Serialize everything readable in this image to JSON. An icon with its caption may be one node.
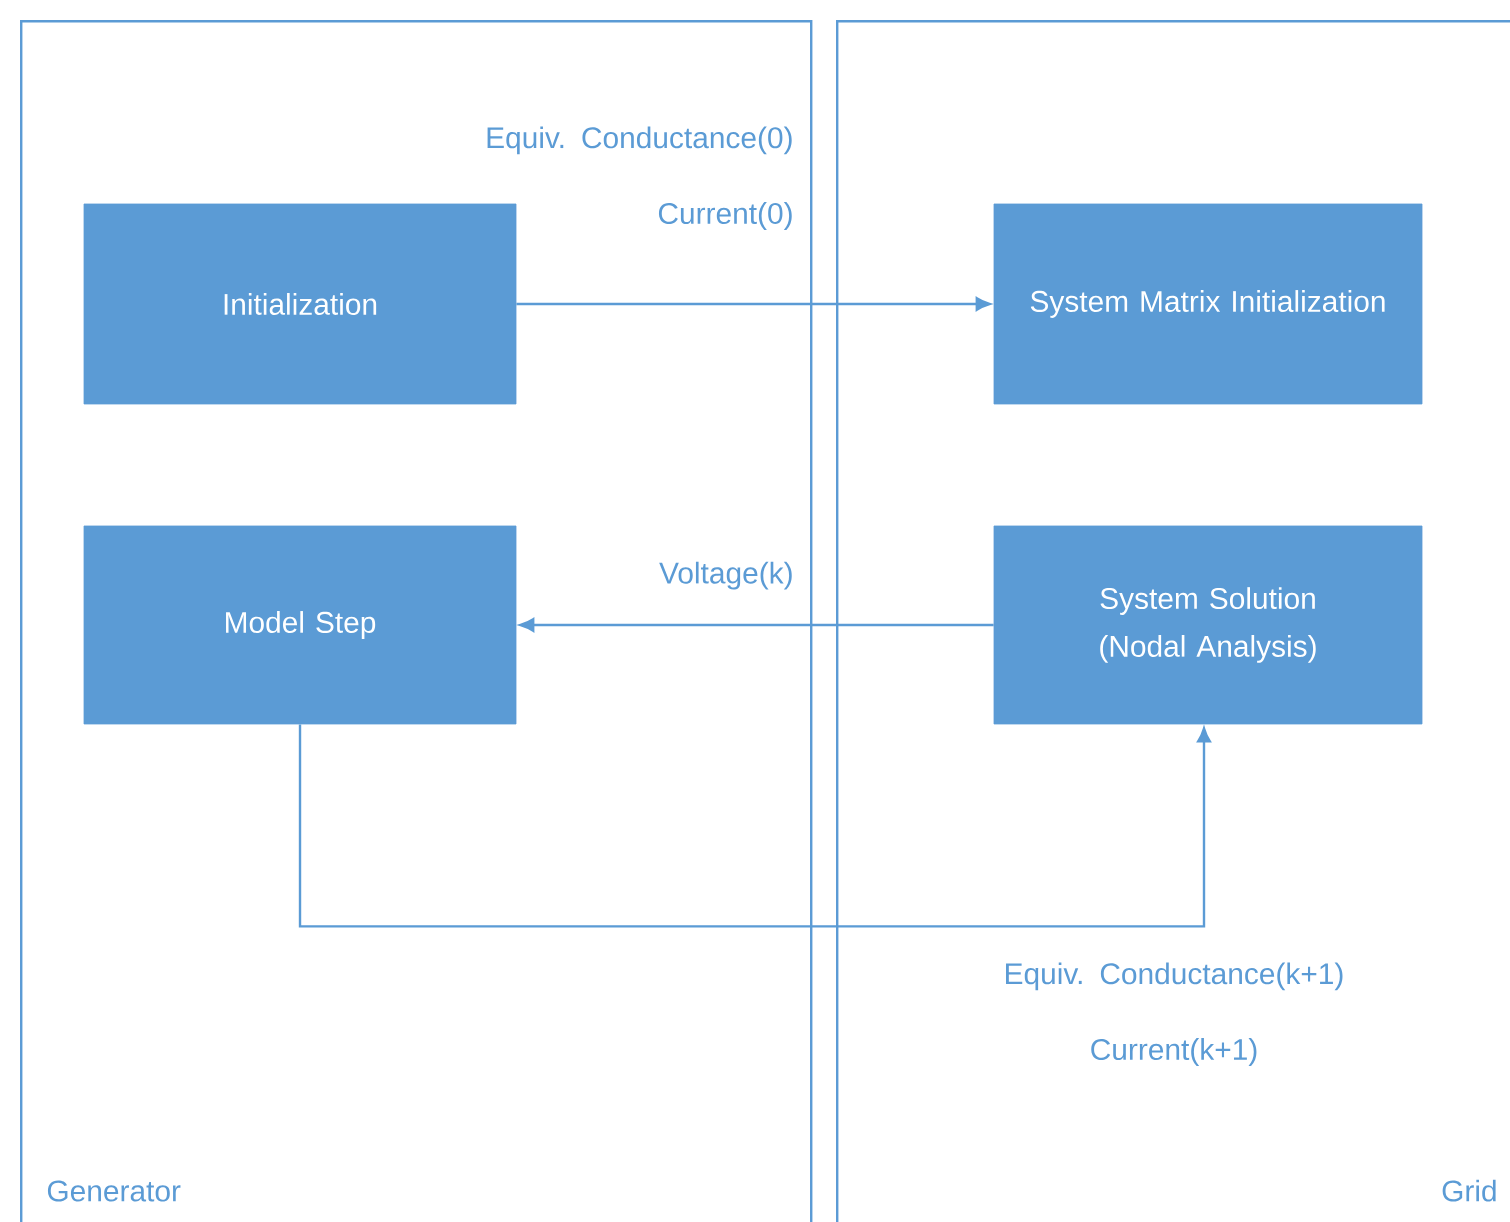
{
  "diagram": {
    "nodes": [
      {
        "text": [
          "Generator"
        ]
      },
      {
        "text": [
          "Grid"
        ]
      },
      {
        "text": [
          "Initialization"
        ],
        "in": 0
      },
      {
        "text": [
          "Model Step"
        ],
        "in": 0
      },
      {
        "text": [
          "System Matrix Initialization"
        ],
        "in": 1
      },
      {
        "text": [
          "System Solution (Nodal Analysis)"
        ],
        "in": 1
      }
    ],
    "edges": [
      {
        "from": 2,
        "to": 4,
        "arrow": "to",
        "label": "Equiv. Conductance(0) Current(0)"
      },
      {
        "from": 5,
        "to": 3,
        "arrow": "to",
        "label": "Voltage(k)"
      },
      {
        "from": 3,
        "to": 5,
        "arrow": "to",
        "label": "Equiv. Conductance(k+1) Current(k+1)"
      }
    ]
  }
}
